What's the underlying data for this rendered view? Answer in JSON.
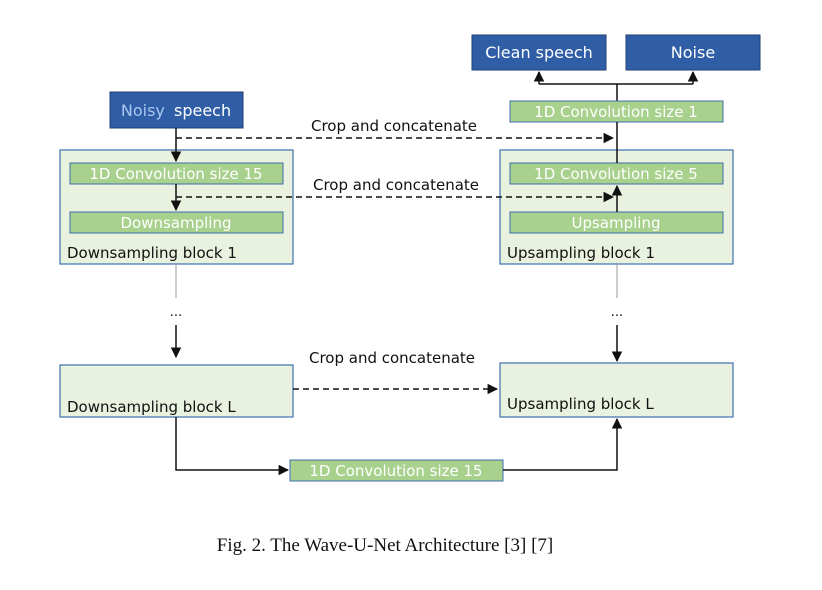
{
  "colors": {
    "blue_fill": "#2f5ea7",
    "blue_border": "#1f3f75",
    "block_fill": "#e9f2de",
    "block_border": "#3d6fb0",
    "conv_fill": "#a9d18e",
    "conv_border": "#3d6fb0",
    "conv_text": "#ffffff",
    "line": "#111111"
  },
  "inputs": {
    "noisy_a": "Noisy",
    "noisy_b": "speech"
  },
  "outputs": {
    "clean": "Clean speech",
    "noise": "Noise"
  },
  "down_block_1": {
    "conv": "1D Convolution size 15",
    "sample": "Downsampling",
    "label": "Downsampling block 1"
  },
  "up_block_1": {
    "conv": "1D Convolution size 5",
    "sample": "Upsampling",
    "label": "Upsampling block 1"
  },
  "down_block_l": {
    "label": "Downsampling block L"
  },
  "up_block_l": {
    "label": "Upsampling block L"
  },
  "final_conv": "1D Convolution size 1",
  "bottom_conv": "1D Convolution size 15",
  "skip": {
    "top": "Crop and concatenate",
    "mid": "Crop and concatenate",
    "bottom": "Crop and concatenate"
  },
  "ellipsis_left": "...",
  "ellipsis_right": "...",
  "caption": "Fig. 2.  The Wave-U-Net Architecture [3] [7]"
}
